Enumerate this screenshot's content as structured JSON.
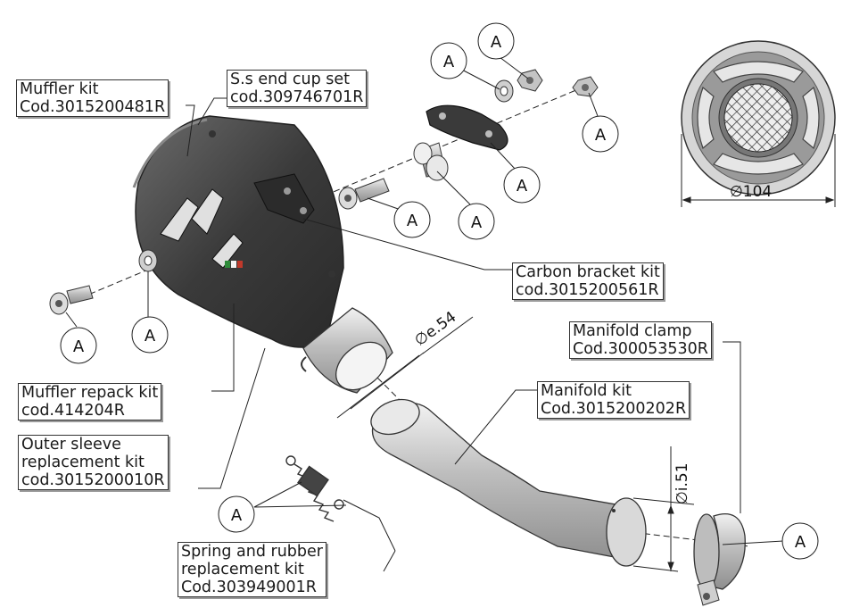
{
  "labels": {
    "muffler_kit": {
      "line1": "Muffler kit",
      "line2": "Cod.3015200481R"
    },
    "end_cup": {
      "line1": "S.s end cup set",
      "line2": "cod.309746701R"
    },
    "carbon_bracket": {
      "line1": "Carbon bracket kit",
      "line2": "cod.3015200561R"
    },
    "manifold_clamp": {
      "line1": "Manifold clamp",
      "line2": "Cod.300053530R"
    },
    "manifold_kit": {
      "line1": "Manifold kit",
      "line2": "Cod.3015200202R"
    },
    "repack_kit": {
      "line1": "Muffler repack kit",
      "line2": "cod.414204R"
    },
    "outer_sleeve": {
      "line1": "Outer sleeve",
      "line2": "replacement kit",
      "line3": "cod.3015200010R"
    },
    "spring_kit": {
      "line1": "Spring and rubber",
      "line2": "replacement kit",
      "line3": "Cod.303949001R"
    }
  },
  "callout_letter": "A",
  "dimensions": {
    "diameter_104": "∅104",
    "diameter_e54": "∅e.54",
    "diameter_i51": "∅i.51"
  },
  "colors": {
    "line": "#222222",
    "carbon": "#4a4a4a",
    "steel": "#c9c9c9",
    "accent_red": "#c0392b",
    "accent_green": "#2e8b3a"
  }
}
